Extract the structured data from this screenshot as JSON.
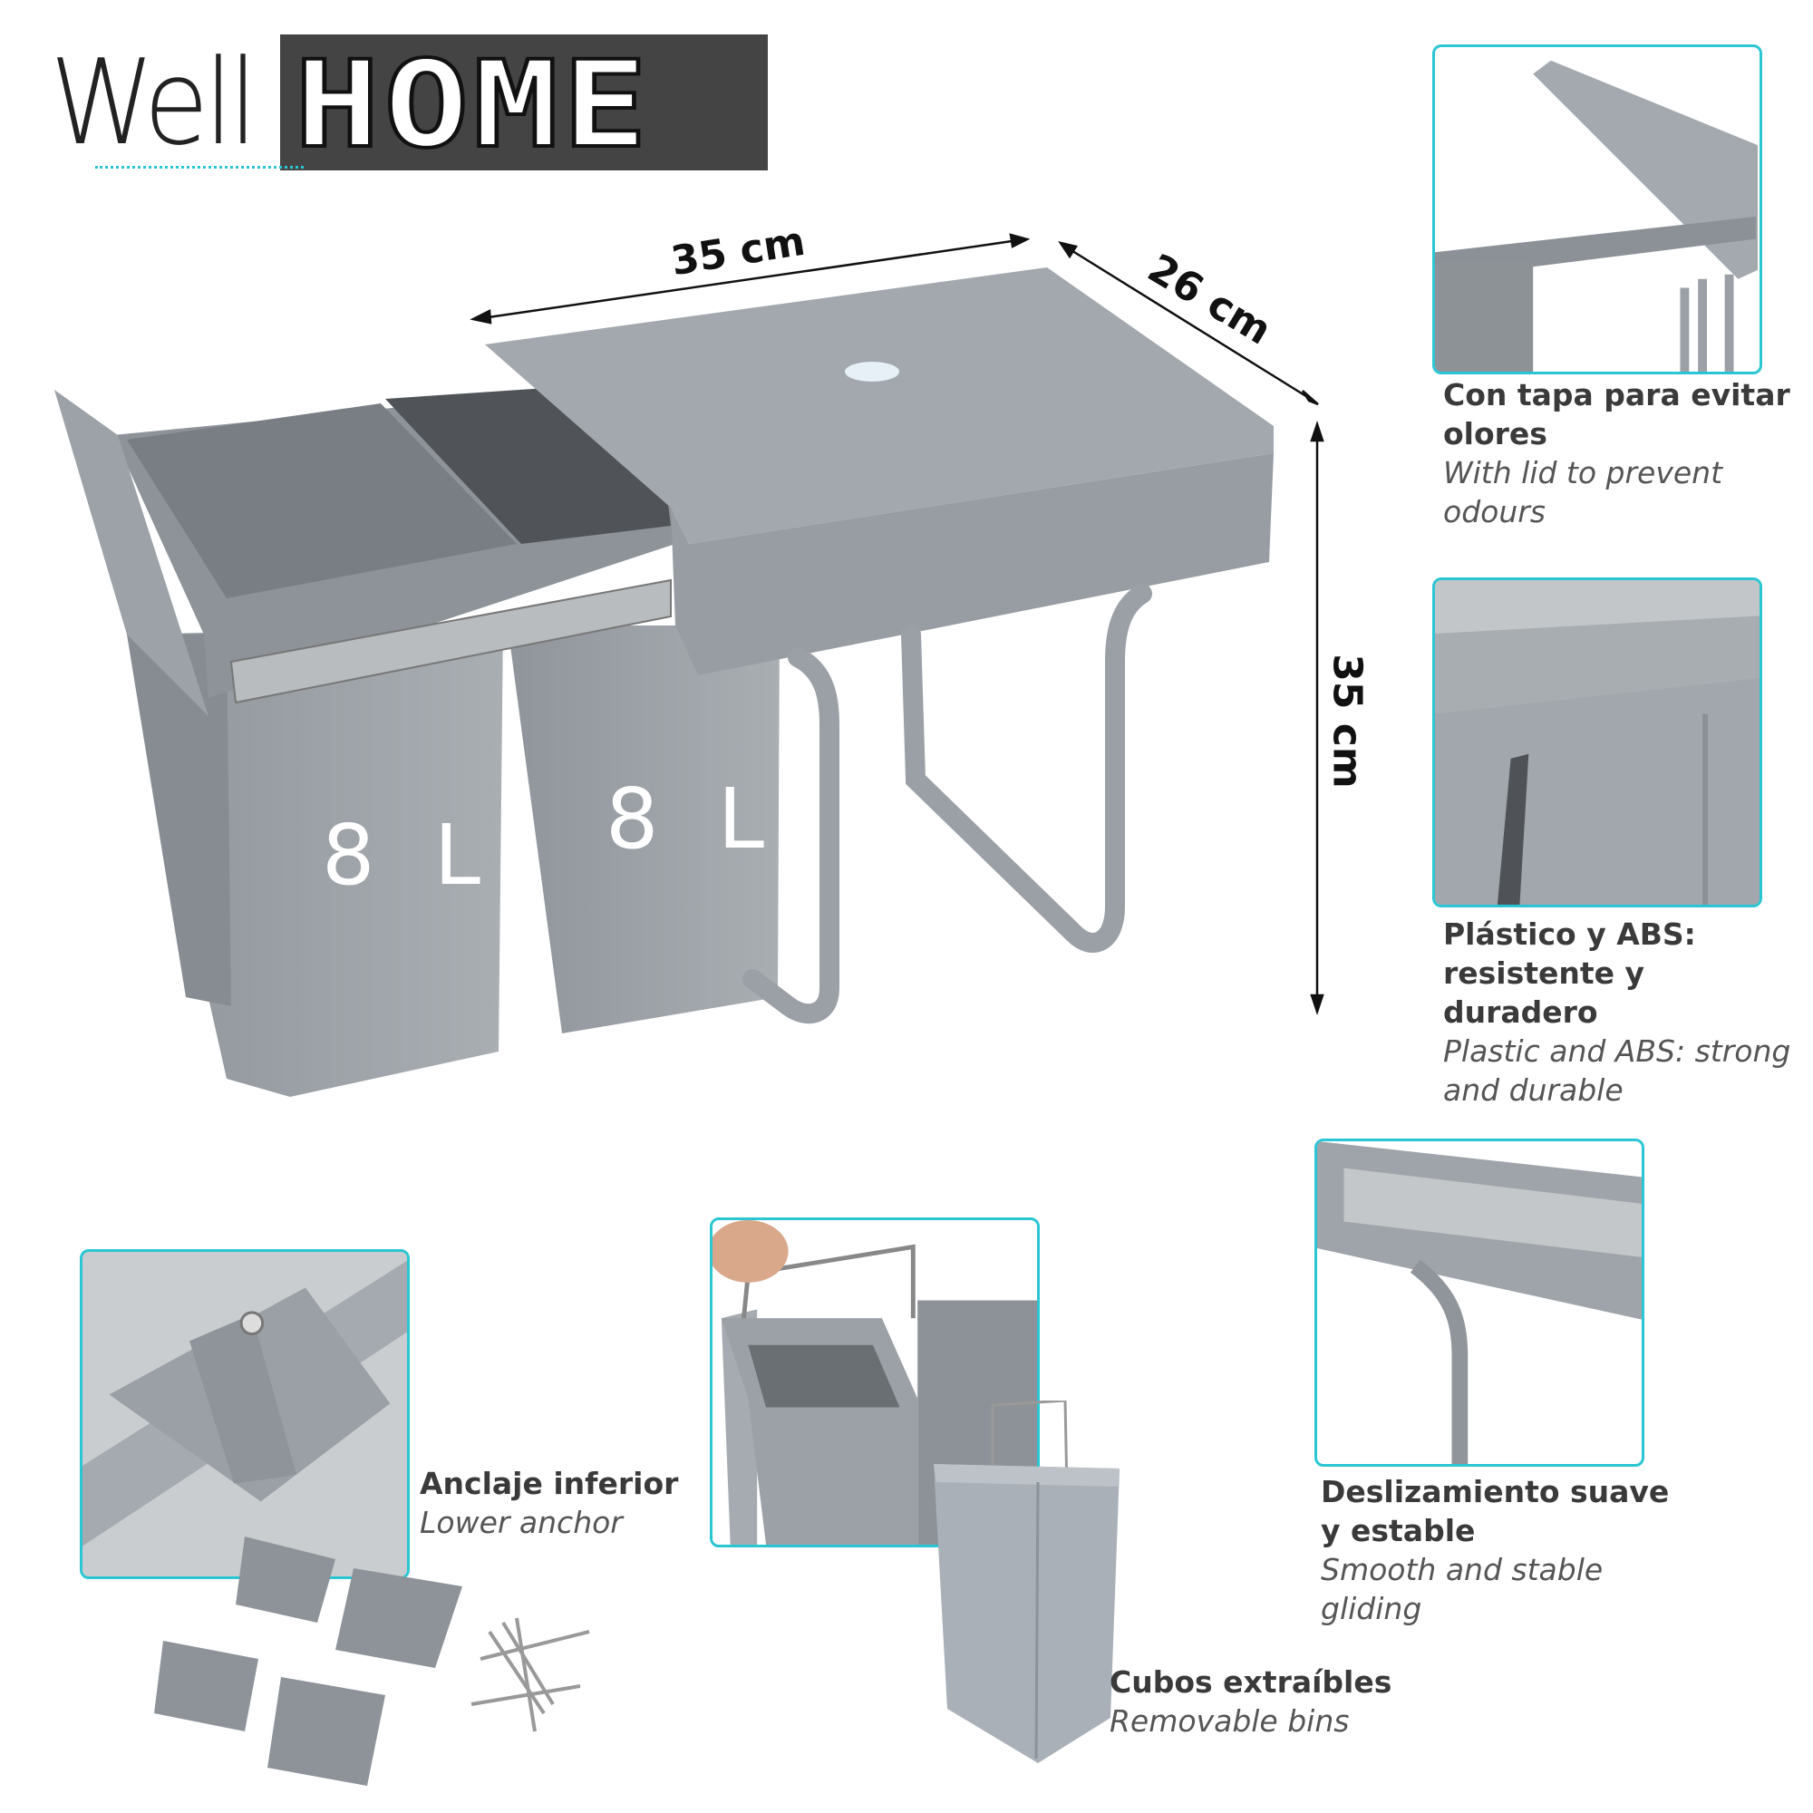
{
  "brand": {
    "logo_text_light": "Well",
    "logo_text_bold": "HOME",
    "accent_color": "#2bc6d3"
  },
  "dimensions": {
    "width": "35 cm",
    "depth": "26 cm",
    "height": "35 cm"
  },
  "bins": [
    {
      "volume": "8 L"
    },
    {
      "volume": "8 L"
    }
  ],
  "features": [
    {
      "title_es": "Con tapa para evitar olores",
      "title_en": "With lid to prevent odours"
    },
    {
      "title_es": "Plástico y ABS: resistente y duradero",
      "title_en": "Plastic and ABS: strong and durable"
    },
    {
      "title_es": "Deslizamiento suave y estable",
      "title_en": "Smooth and stable gliding"
    },
    {
      "title_es": "Cubos extraíbles",
      "title_en": "Removable bins"
    },
    {
      "title_es": "Anclaje inferior",
      "title_en": "Lower anchor"
    }
  ],
  "colors": {
    "product_gray": "#9da3a9",
    "frame": "#2bc6d3",
    "logo_box": "#444444"
  }
}
